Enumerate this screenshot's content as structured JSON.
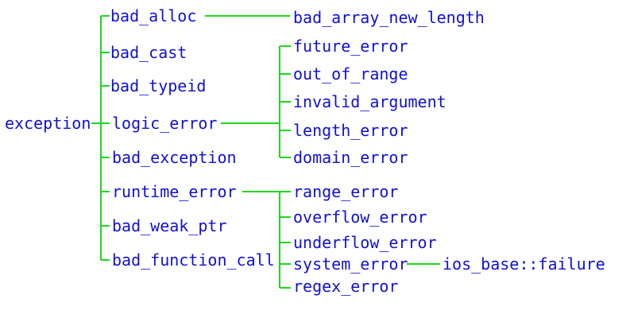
{
  "colors": {
    "text": "#1010d8",
    "connector": "#1ed81e",
    "background": "#ffffff"
  },
  "root": "exception",
  "level1": [
    "bad_alloc",
    "bad_cast",
    "bad_typeid",
    "logic_error",
    "bad_exception",
    "runtime_error",
    "bad_weak_ptr",
    "bad_function_call"
  ],
  "level2": {
    "bad_alloc": [
      "bad_array_new_length"
    ],
    "logic_error": [
      "future_error",
      "out_of_range",
      "invalid_argument",
      "length_error",
      "domain_error"
    ],
    "runtime_error": [
      "range_error",
      "overflow_error",
      "underflow_error",
      "system_error",
      "regex_error"
    ]
  },
  "level3": {
    "system_error": [
      "ios_base::failure"
    ]
  }
}
